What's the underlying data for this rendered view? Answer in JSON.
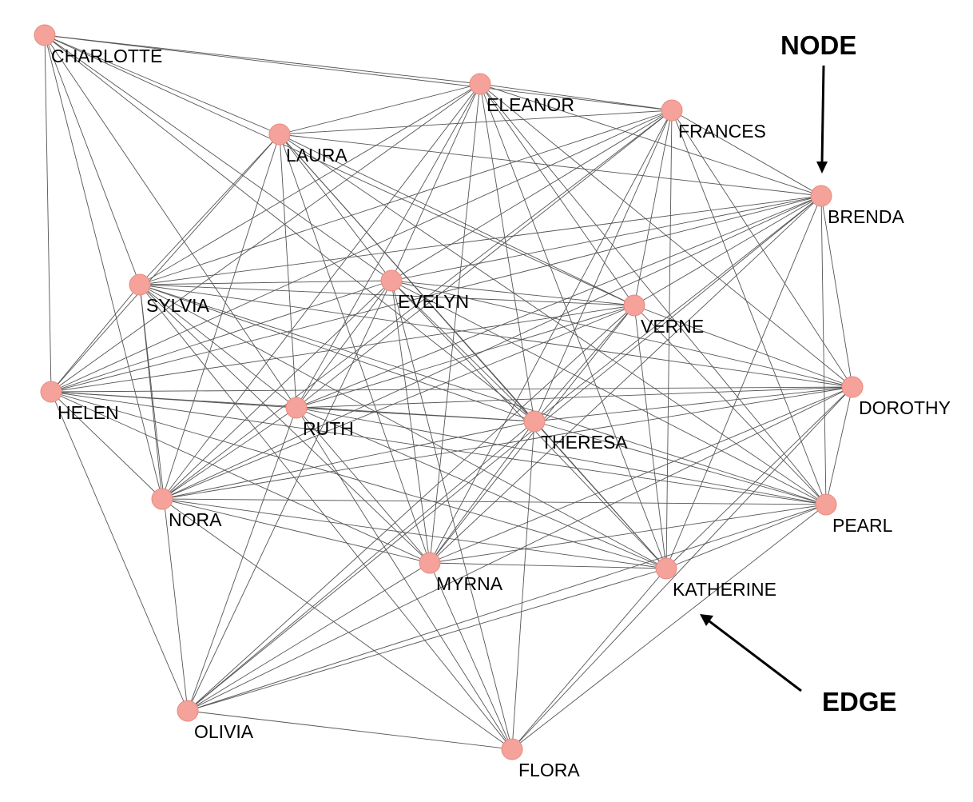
{
  "nodes": [
    {
      "id": "CHARLOTTE",
      "label": "CHARLOTTE"
    },
    {
      "id": "ELEANOR",
      "label": "ELEANOR"
    },
    {
      "id": "FRANCES",
      "label": "FRANCES"
    },
    {
      "id": "LAURA",
      "label": "LAURA"
    },
    {
      "id": "BRENDA",
      "label": "BRENDA"
    },
    {
      "id": "SYLVIA",
      "label": "SYLVIA"
    },
    {
      "id": "EVELYN",
      "label": "EVELYN"
    },
    {
      "id": "VERNE",
      "label": "VERNE"
    },
    {
      "id": "HELEN",
      "label": "HELEN"
    },
    {
      "id": "RUTH",
      "label": "RUTH"
    },
    {
      "id": "THERESA",
      "label": "THERESA"
    },
    {
      "id": "DOROTHY",
      "label": "DOROTHY"
    },
    {
      "id": "NORA",
      "label": "NORA"
    },
    {
      "id": "PEARL",
      "label": "PEARL"
    },
    {
      "id": "MYRNA",
      "label": "MYRNA"
    },
    {
      "id": "KATHERINE",
      "label": "KATHERINE"
    },
    {
      "id": "OLIVIA",
      "label": "OLIVIA"
    },
    {
      "id": "FLORA",
      "label": "FLORA"
    }
  ],
  "edges": [
    [
      "CHARLOTTE",
      "ELEANOR"
    ],
    [
      "CHARLOTTE",
      "FRANCES"
    ],
    [
      "CHARLOTTE",
      "LAURA"
    ],
    [
      "CHARLOTTE",
      "SYLVIA"
    ],
    [
      "CHARLOTTE",
      "EVELYN"
    ],
    [
      "CHARLOTTE",
      "HELEN"
    ],
    [
      "CHARLOTTE",
      "RUTH"
    ],
    [
      "CHARLOTTE",
      "THERESA"
    ],
    [
      "CHARLOTTE",
      "NORA"
    ],
    [
      "CHARLOTTE",
      "VERNE"
    ],
    [
      "ELEANOR",
      "FRANCES"
    ],
    [
      "ELEANOR",
      "LAURA"
    ],
    [
      "ELEANOR",
      "BRENDA"
    ],
    [
      "ELEANOR",
      "SYLVIA"
    ],
    [
      "ELEANOR",
      "EVELYN"
    ],
    [
      "ELEANOR",
      "VERNE"
    ],
    [
      "ELEANOR",
      "HELEN"
    ],
    [
      "ELEANOR",
      "RUTH"
    ],
    [
      "ELEANOR",
      "THERESA"
    ],
    [
      "ELEANOR",
      "NORA"
    ],
    [
      "ELEANOR",
      "PEARL"
    ],
    [
      "ELEANOR",
      "MYRNA"
    ],
    [
      "ELEANOR",
      "KATHERINE"
    ],
    [
      "ELEANOR",
      "DOROTHY"
    ],
    [
      "FRANCES",
      "LAURA"
    ],
    [
      "FRANCES",
      "BRENDA"
    ],
    [
      "FRANCES",
      "SYLVIA"
    ],
    [
      "FRANCES",
      "EVELYN"
    ],
    [
      "FRANCES",
      "VERNE"
    ],
    [
      "FRANCES",
      "HELEN"
    ],
    [
      "FRANCES",
      "RUTH"
    ],
    [
      "FRANCES",
      "THERESA"
    ],
    [
      "FRANCES",
      "NORA"
    ],
    [
      "FRANCES",
      "PEARL"
    ],
    [
      "FRANCES",
      "MYRNA"
    ],
    [
      "FRANCES",
      "KATHERINE"
    ],
    [
      "FRANCES",
      "DOROTHY"
    ],
    [
      "LAURA",
      "BRENDA"
    ],
    [
      "LAURA",
      "SYLVIA"
    ],
    [
      "LAURA",
      "EVELYN"
    ],
    [
      "LAURA",
      "VERNE"
    ],
    [
      "LAURA",
      "HELEN"
    ],
    [
      "LAURA",
      "RUTH"
    ],
    [
      "LAURA",
      "THERESA"
    ],
    [
      "LAURA",
      "NORA"
    ],
    [
      "LAURA",
      "PEARL"
    ],
    [
      "LAURA",
      "MYRNA"
    ],
    [
      "LAURA",
      "KATHERINE"
    ],
    [
      "BRENDA",
      "SYLVIA"
    ],
    [
      "BRENDA",
      "EVELYN"
    ],
    [
      "BRENDA",
      "VERNE"
    ],
    [
      "BRENDA",
      "HELEN"
    ],
    [
      "BRENDA",
      "RUTH"
    ],
    [
      "BRENDA",
      "THERESA"
    ],
    [
      "BRENDA",
      "DOROTHY"
    ],
    [
      "BRENDA",
      "NORA"
    ],
    [
      "BRENDA",
      "PEARL"
    ],
    [
      "BRENDA",
      "MYRNA"
    ],
    [
      "BRENDA",
      "KATHERINE"
    ],
    [
      "BRENDA",
      "OLIVIA"
    ],
    [
      "SYLVIA",
      "EVELYN"
    ],
    [
      "SYLVIA",
      "VERNE"
    ],
    [
      "SYLVIA",
      "HELEN"
    ],
    [
      "SYLVIA",
      "RUTH"
    ],
    [
      "SYLVIA",
      "THERESA"
    ],
    [
      "SYLVIA",
      "DOROTHY"
    ],
    [
      "SYLVIA",
      "NORA"
    ],
    [
      "SYLVIA",
      "PEARL"
    ],
    [
      "SYLVIA",
      "MYRNA"
    ],
    [
      "SYLVIA",
      "KATHERINE"
    ],
    [
      "SYLVIA",
      "OLIVIA"
    ],
    [
      "SYLVIA",
      "FLORA"
    ],
    [
      "EVELYN",
      "VERNE"
    ],
    [
      "EVELYN",
      "HELEN"
    ],
    [
      "EVELYN",
      "RUTH"
    ],
    [
      "EVELYN",
      "THERESA"
    ],
    [
      "EVELYN",
      "DOROTHY"
    ],
    [
      "EVELYN",
      "NORA"
    ],
    [
      "EVELYN",
      "PEARL"
    ],
    [
      "EVELYN",
      "MYRNA"
    ],
    [
      "EVELYN",
      "KATHERINE"
    ],
    [
      "EVELYN",
      "OLIVIA"
    ],
    [
      "EVELYN",
      "FLORA"
    ],
    [
      "VERNE",
      "HELEN"
    ],
    [
      "VERNE",
      "RUTH"
    ],
    [
      "VERNE",
      "THERESA"
    ],
    [
      "VERNE",
      "DOROTHY"
    ],
    [
      "VERNE",
      "NORA"
    ],
    [
      "VERNE",
      "PEARL"
    ],
    [
      "VERNE",
      "MYRNA"
    ],
    [
      "VERNE",
      "KATHERINE"
    ],
    [
      "VERNE",
      "OLIVIA"
    ],
    [
      "HELEN",
      "RUTH"
    ],
    [
      "HELEN",
      "THERESA"
    ],
    [
      "HELEN",
      "DOROTHY"
    ],
    [
      "HELEN",
      "NORA"
    ],
    [
      "HELEN",
      "PEARL"
    ],
    [
      "HELEN",
      "MYRNA"
    ],
    [
      "HELEN",
      "KATHERINE"
    ],
    [
      "HELEN",
      "OLIVIA"
    ],
    [
      "RUTH",
      "THERESA"
    ],
    [
      "RUTH",
      "DOROTHY"
    ],
    [
      "RUTH",
      "NORA"
    ],
    [
      "RUTH",
      "PEARL"
    ],
    [
      "RUTH",
      "MYRNA"
    ],
    [
      "RUTH",
      "KATHERINE"
    ],
    [
      "RUTH",
      "OLIVIA"
    ],
    [
      "RUTH",
      "FLORA"
    ],
    [
      "THERESA",
      "DOROTHY"
    ],
    [
      "THERESA",
      "NORA"
    ],
    [
      "THERESA",
      "PEARL"
    ],
    [
      "THERESA",
      "MYRNA"
    ],
    [
      "THERESA",
      "KATHERINE"
    ],
    [
      "THERESA",
      "OLIVIA"
    ],
    [
      "THERESA",
      "FLORA"
    ],
    [
      "DOROTHY",
      "NORA"
    ],
    [
      "DOROTHY",
      "PEARL"
    ],
    [
      "DOROTHY",
      "MYRNA"
    ],
    [
      "DOROTHY",
      "KATHERINE"
    ],
    [
      "DOROTHY",
      "OLIVIA"
    ],
    [
      "DOROTHY",
      "FLORA"
    ],
    [
      "NORA",
      "PEARL"
    ],
    [
      "NORA",
      "MYRNA"
    ],
    [
      "NORA",
      "KATHERINE"
    ],
    [
      "NORA",
      "FLORA"
    ],
    [
      "PEARL",
      "MYRNA"
    ],
    [
      "PEARL",
      "KATHERINE"
    ],
    [
      "PEARL",
      "OLIVIA"
    ],
    [
      "PEARL",
      "FLORA"
    ],
    [
      "MYRNA",
      "KATHERINE"
    ],
    [
      "MYRNA",
      "OLIVIA"
    ],
    [
      "MYRNA",
      "FLORA"
    ],
    [
      "KATHERINE",
      "OLIVIA"
    ],
    [
      "KATHERINE",
      "FLORA"
    ],
    [
      "OLIVIA",
      "FLORA"
    ]
  ],
  "callouts": {
    "node": "NODE",
    "edge": "EDGE"
  },
  "colors": {
    "node_fill": "#f4a29a",
    "node_stroke": "#e98a80",
    "edge": "#555555",
    "label": "#000000"
  }
}
